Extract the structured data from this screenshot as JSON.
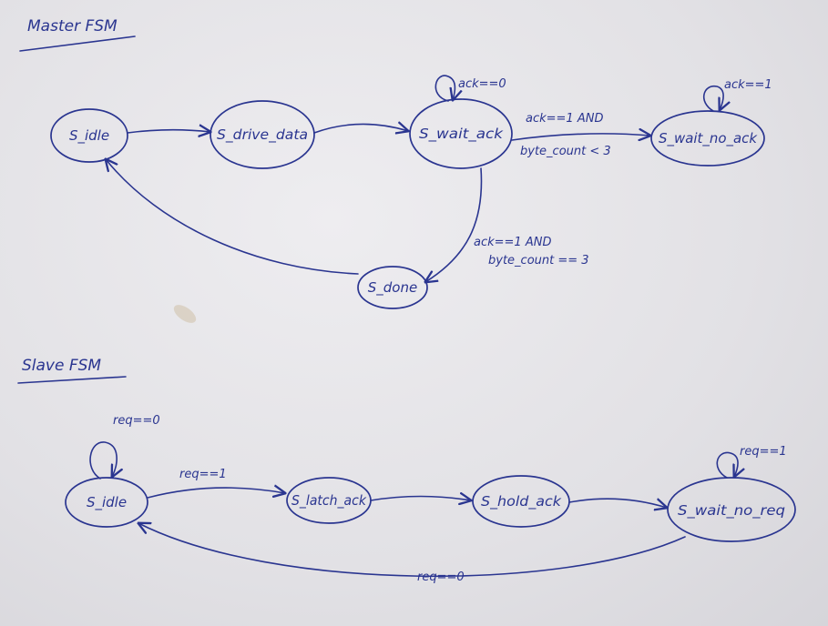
{
  "master": {
    "title": "Master FSM",
    "states": {
      "idle": "S_idle",
      "drive_data": "S_drive_data",
      "wait_ack": "S_wait_ack",
      "wait_no_ack": "S_wait_no_ack",
      "done": "S_done"
    },
    "edges": {
      "wait_ack_self": "ack==0",
      "wait_to_no_ack_line1": "ack==1 AND",
      "wait_to_no_ack_line2": "byte_count < 3",
      "no_ack_self": "ack==1",
      "wait_to_done_line1": "ack==1 AND",
      "wait_to_done_line2": "byte_count == 3"
    }
  },
  "slave": {
    "title": "Slave FSM",
    "states": {
      "idle": "S_idle",
      "latch_ack": "S_latch_ack",
      "hold_ack": "S_hold_ack",
      "wait_no_req": "S_wait_no_req"
    },
    "edges": {
      "idle_self": "req==0",
      "idle_to_latch": "req==1",
      "wait_no_req_self": "req==1",
      "wait_no_req_to_idle": "req==0"
    }
  },
  "colors": {
    "ink": "#2a3590",
    "paper": "#e4e3e6"
  }
}
